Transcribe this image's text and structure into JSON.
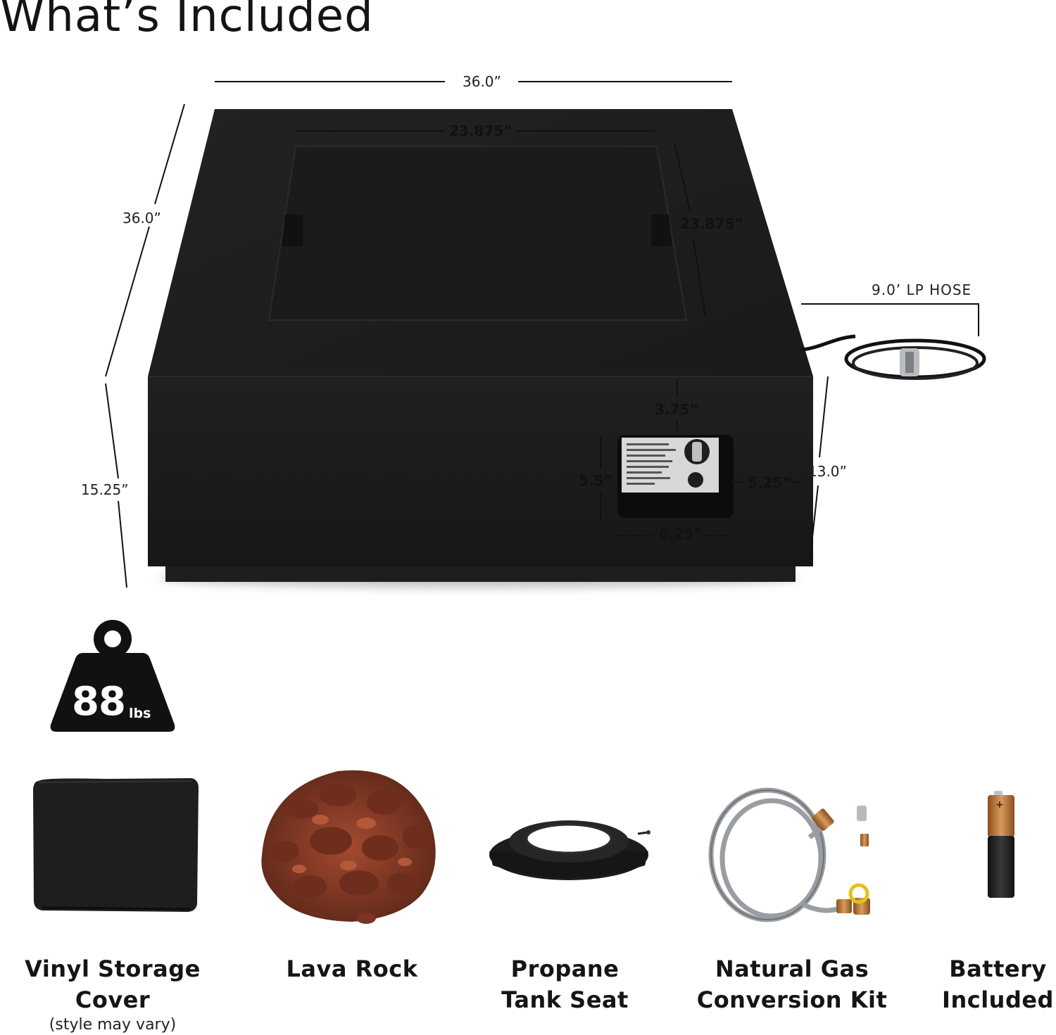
{
  "title": "What’s Included",
  "dimensions": {
    "overall_width": "36.0”",
    "overall_depth": "36.0”",
    "overall_height": "15.25”",
    "burner_width": "23.875”",
    "burner_depth": "23.875”",
    "body_height": "13.0”",
    "panel_top_offset": "3.75”",
    "panel_height": "5.5”",
    "panel_side_offset": "5.25”",
    "panel_width": "6.25”"
  },
  "hose_label": "9.0’ LP HOSE",
  "weight": {
    "value": "88",
    "unit": "lbs"
  },
  "items": [
    {
      "line1": "Vinyl Storage",
      "line2": "Cover",
      "note": "(style may vary)"
    },
    {
      "line1": "Lava Rock"
    },
    {
      "line1": "Propane",
      "line2": "Tank Seat"
    },
    {
      "line1": "Natural Gas",
      "line2": "Conversion Kit"
    },
    {
      "line1": "Battery",
      "line2": "Included"
    }
  ],
  "colors": {
    "product": "#1c1c1c",
    "product_top": "#202020",
    "accent_copper": "#b8733a",
    "hose_gray": "#9a9ea2",
    "lava": "#8a3d28"
  },
  "icons": [
    "weight-icon",
    "control-knob-icon",
    "regulator-icon"
  ]
}
